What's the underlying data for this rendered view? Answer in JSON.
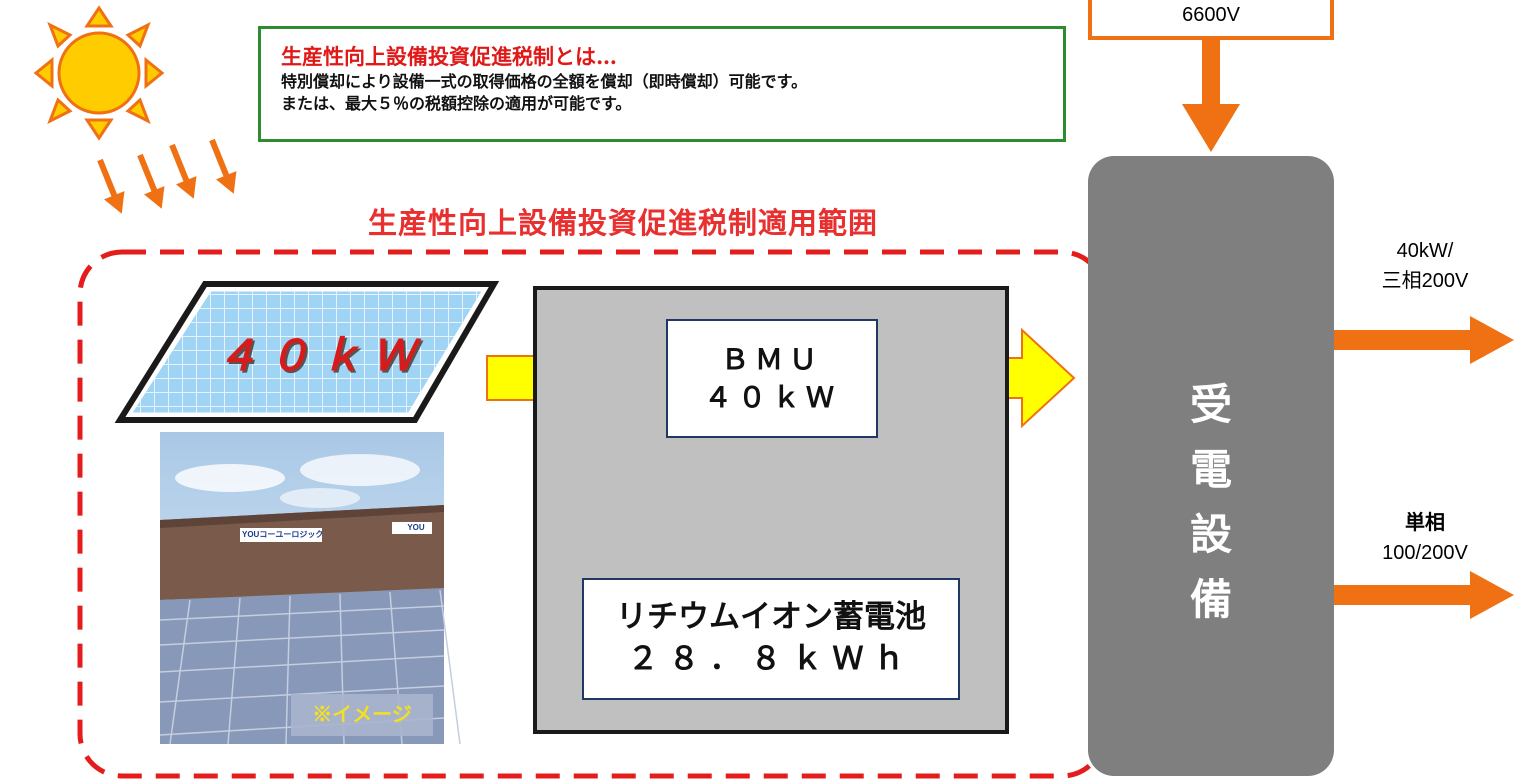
{
  "supply": {
    "voltage": "6600V"
  },
  "tax_info": {
    "title": "生産性向上設備投資促進税制とは…",
    "line1": "特別償却により設備一式の取得価格の全額を償却（即時償却）可能です。",
    "line2": "または、最大５％の税額控除の適用が可能です。"
  },
  "scope_title": "生産性向上設備投資促進税制適用範囲",
  "solar_panel": {
    "label": "４０ｋＷ"
  },
  "photo": {
    "caption": "※イメージ",
    "sign_text": "YOUコーユーロジックス",
    "sign_text_2": "YOU"
  },
  "bmu": {
    "line1": "ＢＭＵ",
    "line2": "４０ｋＷ"
  },
  "battery": {
    "line1": "リチウムイオン蓄電池",
    "line2": "２８．８ｋＷｈ"
  },
  "receiver": {
    "chars": [
      "受",
      "電",
      "設",
      "備"
    ]
  },
  "outputs": {
    "three_phase": {
      "line1": "40kW/",
      "line2": "三相200V"
    },
    "single_phase": {
      "line1": "単相",
      "line2": "100/200V"
    }
  },
  "colors": {
    "scope_border": "#e51c1c",
    "arrow_yellow": "#ffff00",
    "arrow_orange_outline": "#f07014",
    "receiver_gray": "#7f7f7f",
    "tax_box_border": "#2e8b2e"
  }
}
